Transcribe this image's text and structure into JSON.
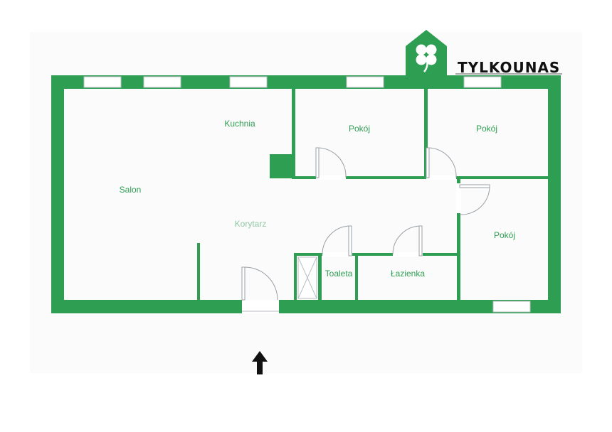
{
  "brand": {
    "name": "TYLKOUNAS",
    "logo_icon": "clover-house-icon",
    "color": "#2e9e52"
  },
  "colors": {
    "wall": "#2e9e52",
    "label": "#2e9e52",
    "window": "#ffffff",
    "door_line": "#9aa0a6",
    "arrow": "#111111"
  },
  "rooms": {
    "salon": "Salon",
    "kuchnia": "Kuchnia",
    "pokoj_1": "Pokój",
    "pokoj_2": "Pokój",
    "pokoj_3": "Pokój",
    "korytarz": "Korytarz",
    "toaleta": "Toaleta",
    "lazienka": "Łazienka"
  },
  "entrance": {
    "arrow_icon": "arrow-up-icon"
  }
}
